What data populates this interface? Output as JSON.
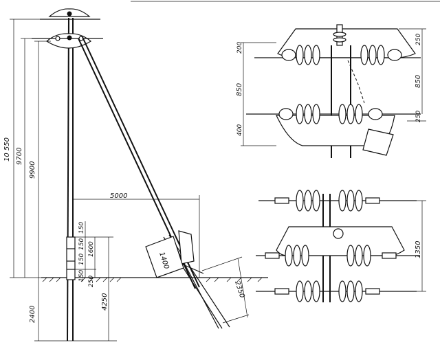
{
  "dimensions": {
    "total_height": "10 550",
    "height_9700": "9700",
    "height_9900": "9900",
    "depth_2400": "2400",
    "strut_base": "5000",
    "d150a": "150",
    "d150b": "150",
    "d150c": "150",
    "d150d": "150",
    "d1600": "1600",
    "d250": "250",
    "d4250": "4250",
    "d1400": "1400",
    "d2350": "2350",
    "top_200": "200",
    "top_850_left": "850",
    "top_400": "400",
    "top_250_right": "250",
    "top_850_right": "850",
    "top_250_lower": "250",
    "bottom_1350": "1350"
  }
}
